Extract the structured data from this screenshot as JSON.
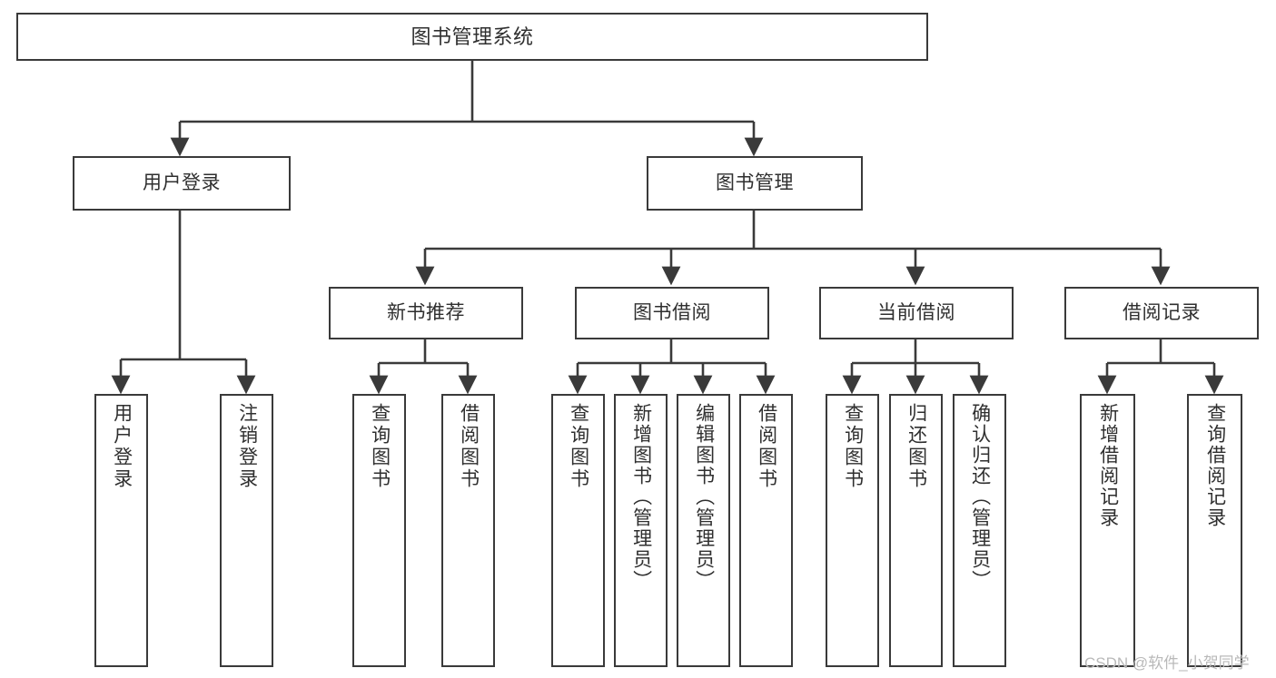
{
  "diagram": {
    "type": "tree",
    "title": "图书管理系统",
    "root": {
      "label": "图书管理系统"
    },
    "level2": [
      {
        "label": "用户登录"
      },
      {
        "label": "图书管理"
      }
    ],
    "level3": [
      {
        "label": "新书推荐"
      },
      {
        "label": "图书借阅"
      },
      {
        "label": "当前借阅"
      },
      {
        "label": "借阅记录"
      }
    ],
    "leaves": {
      "user_login": [
        {
          "label": "用户登录"
        },
        {
          "label": "注销登录"
        }
      ],
      "new_book_recommend": [
        {
          "label": "查询图书"
        },
        {
          "label": "借阅图书"
        }
      ],
      "book_borrow": [
        {
          "label": "查询图书"
        },
        {
          "label": "新增图书（管理员）"
        },
        {
          "label": "编辑图书（管理员）"
        },
        {
          "label": "借阅图书"
        }
      ],
      "current_borrow": [
        {
          "label": "查询图书"
        },
        {
          "label": "归还图书"
        },
        {
          "label": "确认归还（管理员）"
        }
      ],
      "borrow_record": [
        {
          "label": "新增借阅记录"
        },
        {
          "label": "查询借阅记录"
        }
      ]
    },
    "colors": {
      "box_border": "#3a3a3a",
      "box_fill": "#ffffff",
      "text": "#2f2f2f",
      "connector": "#3a3a3a",
      "background": "#ffffff",
      "watermark": "#b9b9b9"
    }
  },
  "watermark": {
    "text": "CSDN @软件_小贺同学"
  }
}
